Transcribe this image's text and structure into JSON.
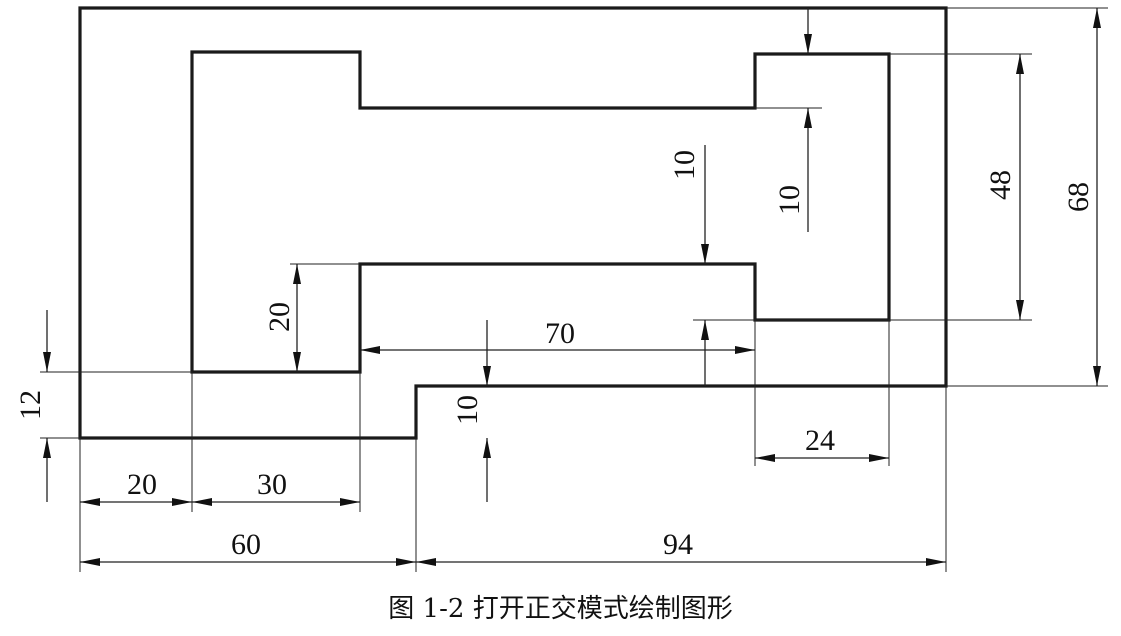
{
  "caption": "图 1-2 打开正交模式绘制图形",
  "dimensions": {
    "overall_height": "68",
    "inner_height": "48",
    "top_right_gap": "10",
    "middle_gap": "10",
    "inner_slot_length": "70",
    "right_notch_width": "24",
    "left_step_height": "20",
    "bottom_step": "12",
    "bottom_gap": "10",
    "left_margin": "20",
    "left_arm_width": "30",
    "bottom_left_width": "60",
    "bottom_right_width": "94"
  },
  "colors": {
    "line": "#1a1a1a",
    "background": "#ffffff"
  }
}
